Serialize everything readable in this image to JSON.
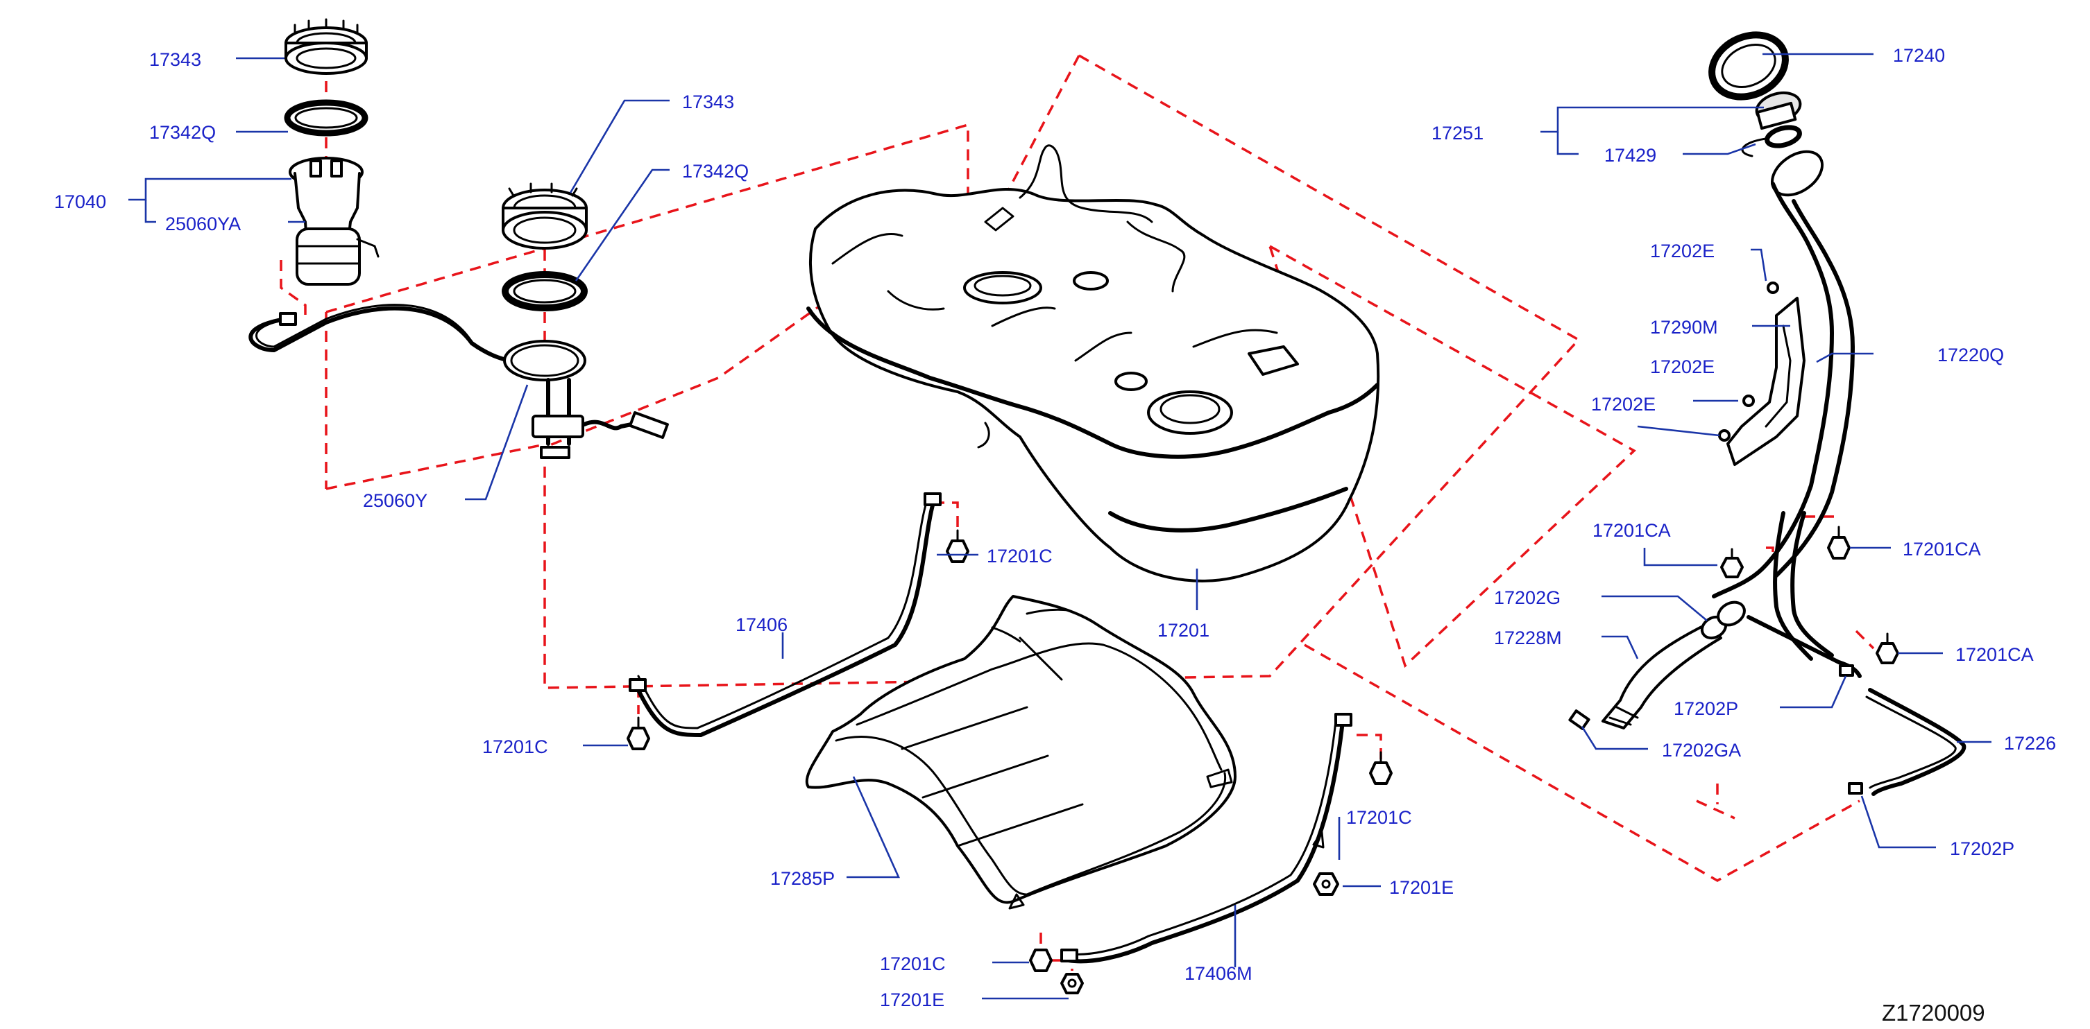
{
  "colors": {
    "leader": "#1a35a8",
    "label": "#1a22c8",
    "phantom": "#e8141a",
    "outline": "#000000"
  },
  "diagram_id": "Z1720009",
  "labels": {
    "l17343a": "17343",
    "l17342qa": "17342Q",
    "l17040": "17040",
    "l25060ya": "25060YA",
    "l17343b": "17343",
    "l17342qb": "17342Q",
    "l25060y": "25060Y",
    "l17201c1": "17201C",
    "l17406": "17406",
    "l17201c2": "17201C",
    "l17201": "17201",
    "l17285p": "17285P",
    "l17201c3": "17201C",
    "l17201e1": "17201E",
    "l17201c4": "17201C",
    "l17201e2": "17201E",
    "l17406m": "17406M",
    "l17240": "17240",
    "l17251": "17251",
    "l17429": "17429",
    "l17202e1": "17202E",
    "l17290m": "17290M",
    "l17220q": "17220Q",
    "l17202e2": "17202E",
    "l17202e3": "17202E",
    "l17201ca1": "17201CA",
    "l17201ca2": "17201CA",
    "l17202g": "17202G",
    "l17228m": "17228M",
    "l17201ca3": "17201CA",
    "l17202p1": "17202P",
    "l17226": "17226",
    "l17202ga": "17202GA",
    "l17202p2": "17202P"
  }
}
